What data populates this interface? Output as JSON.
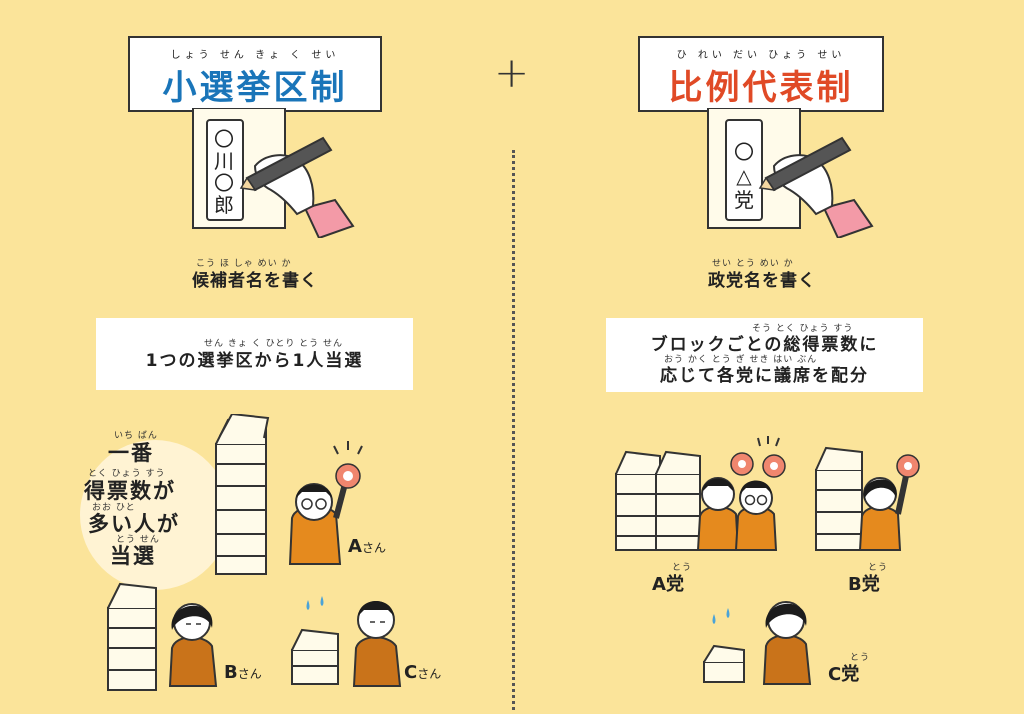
{
  "left": {
    "title": "小選挙区制",
    "title_ruby": "しょう せん きょ く せい",
    "title_color": "#1a75b9",
    "ballot_text": "〇川〇郎",
    "caption": "候補者名を書く",
    "caption_ruby": "こう ほ しゃ めい   か",
    "rule": "1つの選挙区から1人当選",
    "rule_ruby": "せん きょ く      ひとり とう せん",
    "note_lines": [
      "一番",
      "得票数が",
      "多い人が",
      "当選"
    ],
    "note_rubies": [
      "いち ばん",
      "とく ひょう すう",
      "おお      ひと",
      "とう せん"
    ],
    "candidates": [
      {
        "name": "A",
        "suffix": "さん"
      },
      {
        "name": "B",
        "suffix": "さん"
      },
      {
        "name": "C",
        "suffix": "さん"
      }
    ]
  },
  "plus": "+",
  "right": {
    "title": "比例代表制",
    "title_ruby": "ひ れい だい ひょう せい",
    "title_color": "#e04a26",
    "ballot_text": "〇△党",
    "caption": "政党名を書く",
    "caption_ruby": "せい とう めい   か",
    "rule_line1": "ブロックごとの総得票数に",
    "rule_line1_ruby": "そう とく ひょう すう",
    "rule_line2": "応じて各党に議席を配分",
    "rule_line2_ruby": "おう      かく とう   ぎ せき   はい ぶん",
    "parties": [
      {
        "name": "A",
        "suffix": "党",
        "ruby": "とう"
      },
      {
        "name": "B",
        "suffix": "党",
        "ruby": "とう"
      },
      {
        "name": "C",
        "suffix": "党",
        "ruby": "とう"
      }
    ]
  },
  "colors": {
    "background": "#fbe49a",
    "suit": "#e58a1e",
    "suit_dark": "#c9731a",
    "paper": "#fffbea",
    "sleeve": "#f39aa7",
    "flower": "#f0866e",
    "drop": "#4aa3d8",
    "hair": "#1c1c1c"
  }
}
